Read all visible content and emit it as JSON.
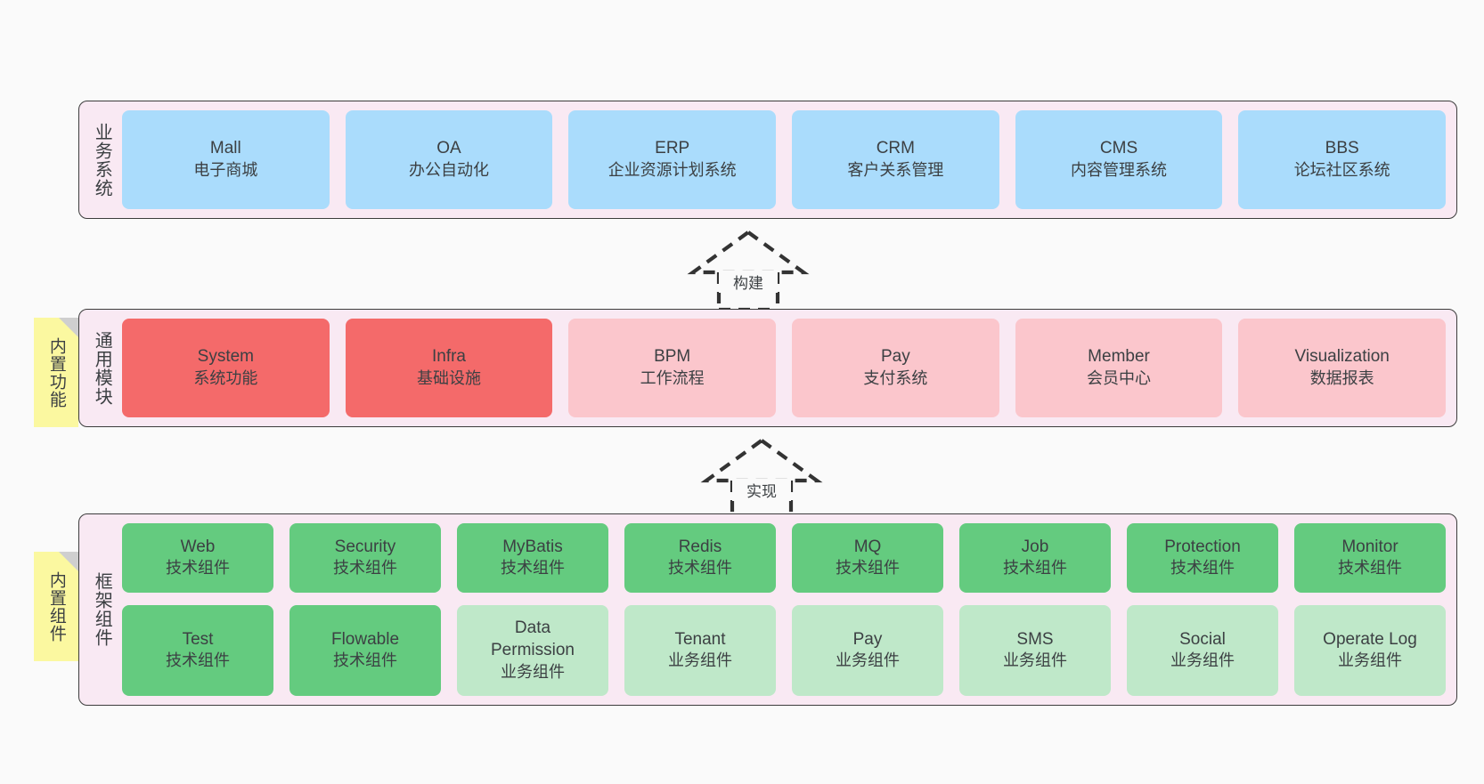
{
  "diagram": {
    "background_color": "#fafafa",
    "layer_fill": "#f9e9f3",
    "layer_border": "#3c3c3c",
    "note_color": "#fbf8a0"
  },
  "layers": [
    {
      "id": "business-systems",
      "title": "业务系统",
      "note": null,
      "rows": [
        {
          "cards": [
            {
              "title": "Mall",
              "subtitle": "电子商城",
              "color": "#aadcfc",
              "style": "c-blue"
            },
            {
              "title": "OA",
              "subtitle": "办公自动化",
              "color": "#aadcfc",
              "style": "c-blue"
            },
            {
              "title": "ERP",
              "subtitle": "企业资源计划系统",
              "color": "#aadcfc",
              "style": "c-blue"
            },
            {
              "title": "CRM",
              "subtitle": "客户关系管理",
              "color": "#aadcfc",
              "style": "c-blue"
            },
            {
              "title": "CMS",
              "subtitle": "内容管理系统",
              "color": "#aadcfc",
              "style": "c-blue"
            },
            {
              "title": "BBS",
              "subtitle": "论坛社区系统",
              "color": "#aadcfc",
              "style": "c-blue"
            }
          ]
        }
      ]
    },
    {
      "id": "common-modules",
      "title": "通用模块",
      "note": "内置功能",
      "rows": [
        {
          "cards": [
            {
              "title": "System",
              "subtitle": "系统功能",
              "color": "#f46a6a",
              "style": "c-red"
            },
            {
              "title": "Infra",
              "subtitle": "基础设施",
              "color": "#f46a6a",
              "style": "c-red"
            },
            {
              "title": "BPM",
              "subtitle": "工作流程",
              "color": "#fbc6cc",
              "style": "c-pink"
            },
            {
              "title": "Pay",
              "subtitle": "支付系统",
              "color": "#fbc6cc",
              "style": "c-pink"
            },
            {
              "title": "Member",
              "subtitle": "会员中心",
              "color": "#fbc6cc",
              "style": "c-pink"
            },
            {
              "title": "Visualization",
              "subtitle": "数据报表",
              "color": "#fbc6cc",
              "style": "c-pink"
            }
          ]
        }
      ]
    },
    {
      "id": "framework-components",
      "title": "框架组件",
      "note": "内置组件",
      "rows": [
        {
          "cards": [
            {
              "title": "Web",
              "subtitle": "技术组件",
              "color": "#64cb7f",
              "style": "c-green"
            },
            {
              "title": "Security",
              "subtitle": "技术组件",
              "color": "#64cb7f",
              "style": "c-green"
            },
            {
              "title": "MyBatis",
              "subtitle": "技术组件",
              "color": "#64cb7f",
              "style": "c-green"
            },
            {
              "title": "Redis",
              "subtitle": "技术组件",
              "color": "#64cb7f",
              "style": "c-green"
            },
            {
              "title": "MQ",
              "subtitle": "技术组件",
              "color": "#64cb7f",
              "style": "c-green"
            },
            {
              "title": "Job",
              "subtitle": "技术组件",
              "color": "#64cb7f",
              "style": "c-green"
            },
            {
              "title": "Protection",
              "subtitle": "技术组件",
              "color": "#64cb7f",
              "style": "c-green"
            },
            {
              "title": "Monitor",
              "subtitle": "技术组件",
              "color": "#64cb7f",
              "style": "c-green"
            }
          ]
        },
        {
          "cards": [
            {
              "title": "Test",
              "subtitle": "技术组件",
              "color": "#64cb7f",
              "style": "c-green"
            },
            {
              "title": "Flowable",
              "subtitle": "技术组件",
              "color": "#64cb7f",
              "style": "c-green"
            },
            {
              "title": "Data Permission",
              "subtitle": "业务组件",
              "color": "#bfe8c9",
              "style": "c-lightgrn"
            },
            {
              "title": "Tenant",
              "subtitle": "业务组件",
              "color": "#bfe8c9",
              "style": "c-lightgrn"
            },
            {
              "title": "Pay",
              "subtitle": "业务组件",
              "color": "#bfe8c9",
              "style": "c-lightgrn"
            },
            {
              "title": "SMS",
              "subtitle": "业务组件",
              "color": "#bfe8c9",
              "style": "c-lightgrn"
            },
            {
              "title": "Social",
              "subtitle": "业务组件",
              "color": "#bfe8c9",
              "style": "c-lightgrn"
            },
            {
              "title": "Operate Log",
              "subtitle": "业务组件",
              "color": "#bfe8c9",
              "style": "c-lightgrn"
            }
          ]
        }
      ]
    }
  ],
  "connectors": [
    {
      "id": "build",
      "label": "构建",
      "from": "common-modules",
      "to": "business-systems",
      "style": "dashed-generalization"
    },
    {
      "id": "implement",
      "label": "实现",
      "from": "framework-components",
      "to": "common-modules",
      "style": "dashed-generalization"
    }
  ]
}
